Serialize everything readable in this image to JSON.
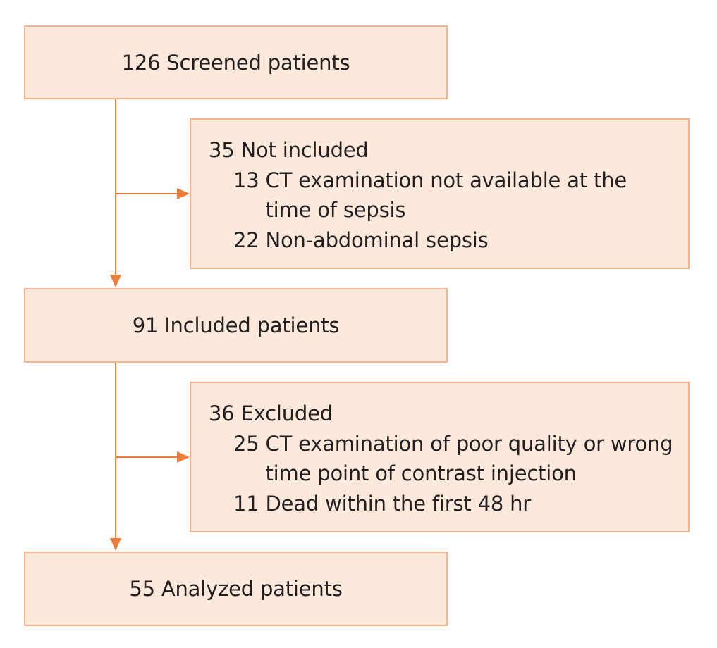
{
  "flow": {
    "screened": "126 Screened patients",
    "not_included": {
      "title": "35 Not included",
      "items": [
        {
          "count": "13",
          "text": "CT examination not available at the time of sepsis"
        },
        {
          "count": "22",
          "text": "Non-abdominal sepsis"
        }
      ]
    },
    "included": "91 Included patients",
    "excluded": {
      "title": "36 Excluded",
      "items": [
        {
          "count": "25",
          "text": "CT examination of poor quality or wrong time point of contrast injection"
        },
        {
          "count": "11",
          "text": "Dead within the first 48 hr"
        }
      ]
    },
    "analyzed": "55 Analyzed patients"
  },
  "colors": {
    "box_fill": "#fde9dc",
    "box_border": "#f4b48e",
    "arrow": "#ef7d3b"
  }
}
